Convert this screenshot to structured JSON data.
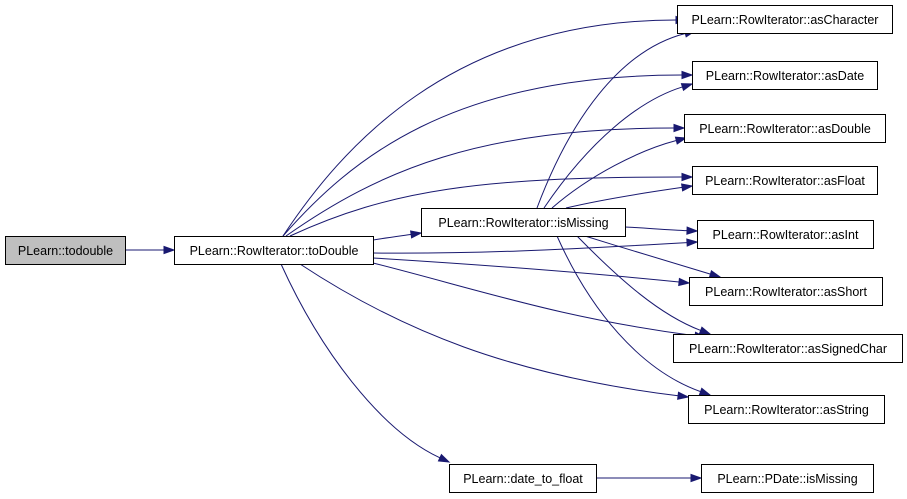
{
  "colors": {
    "edge": "#191970",
    "node_fill": "#ffffff",
    "root_fill": "#bfbfbf",
    "border": "#000000"
  },
  "nodes": [
    {
      "id": "todouble",
      "label": "PLearn::todouble",
      "root": true
    },
    {
      "id": "toDouble",
      "label": "PLearn::RowIterator::toDouble"
    },
    {
      "id": "isMissing",
      "label": "PLearn::RowIterator::isMissing"
    },
    {
      "id": "date_to_float",
      "label": "PLearn::date_to_float"
    },
    {
      "id": "asCharacter",
      "label": "PLearn::RowIterator::asCharacter"
    },
    {
      "id": "asDate",
      "label": "PLearn::RowIterator::asDate"
    },
    {
      "id": "asDouble",
      "label": "PLearn::RowIterator::asDouble"
    },
    {
      "id": "asFloat",
      "label": "PLearn::RowIterator::asFloat"
    },
    {
      "id": "asInt",
      "label": "PLearn::RowIterator::asInt"
    },
    {
      "id": "asShort",
      "label": "PLearn::RowIterator::asShort"
    },
    {
      "id": "asSignedChar",
      "label": "PLearn::RowIterator::asSignedChar"
    },
    {
      "id": "asString",
      "label": "PLearn::RowIterator::asString"
    },
    {
      "id": "PDateIsMissing",
      "label": "PLearn::PDate::isMissing"
    }
  ],
  "edges": [
    {
      "from": "todouble",
      "to": "toDouble"
    },
    {
      "from": "toDouble",
      "to": "asCharacter"
    },
    {
      "from": "toDouble",
      "to": "asDate"
    },
    {
      "from": "toDouble",
      "to": "asDouble"
    },
    {
      "from": "toDouble",
      "to": "asFloat"
    },
    {
      "from": "toDouble",
      "to": "isMissing"
    },
    {
      "from": "toDouble",
      "to": "asInt"
    },
    {
      "from": "toDouble",
      "to": "asShort"
    },
    {
      "from": "toDouble",
      "to": "asSignedChar"
    },
    {
      "from": "toDouble",
      "to": "asString"
    },
    {
      "from": "toDouble",
      "to": "date_to_float"
    },
    {
      "from": "isMissing",
      "to": "asCharacter"
    },
    {
      "from": "isMissing",
      "to": "asDate"
    },
    {
      "from": "isMissing",
      "to": "asDouble"
    },
    {
      "from": "isMissing",
      "to": "asFloat"
    },
    {
      "from": "isMissing",
      "to": "asInt"
    },
    {
      "from": "isMissing",
      "to": "asShort"
    },
    {
      "from": "isMissing",
      "to": "asSignedChar"
    },
    {
      "from": "isMissing",
      "to": "asString"
    },
    {
      "from": "date_to_float",
      "to": "PDateIsMissing"
    }
  ]
}
